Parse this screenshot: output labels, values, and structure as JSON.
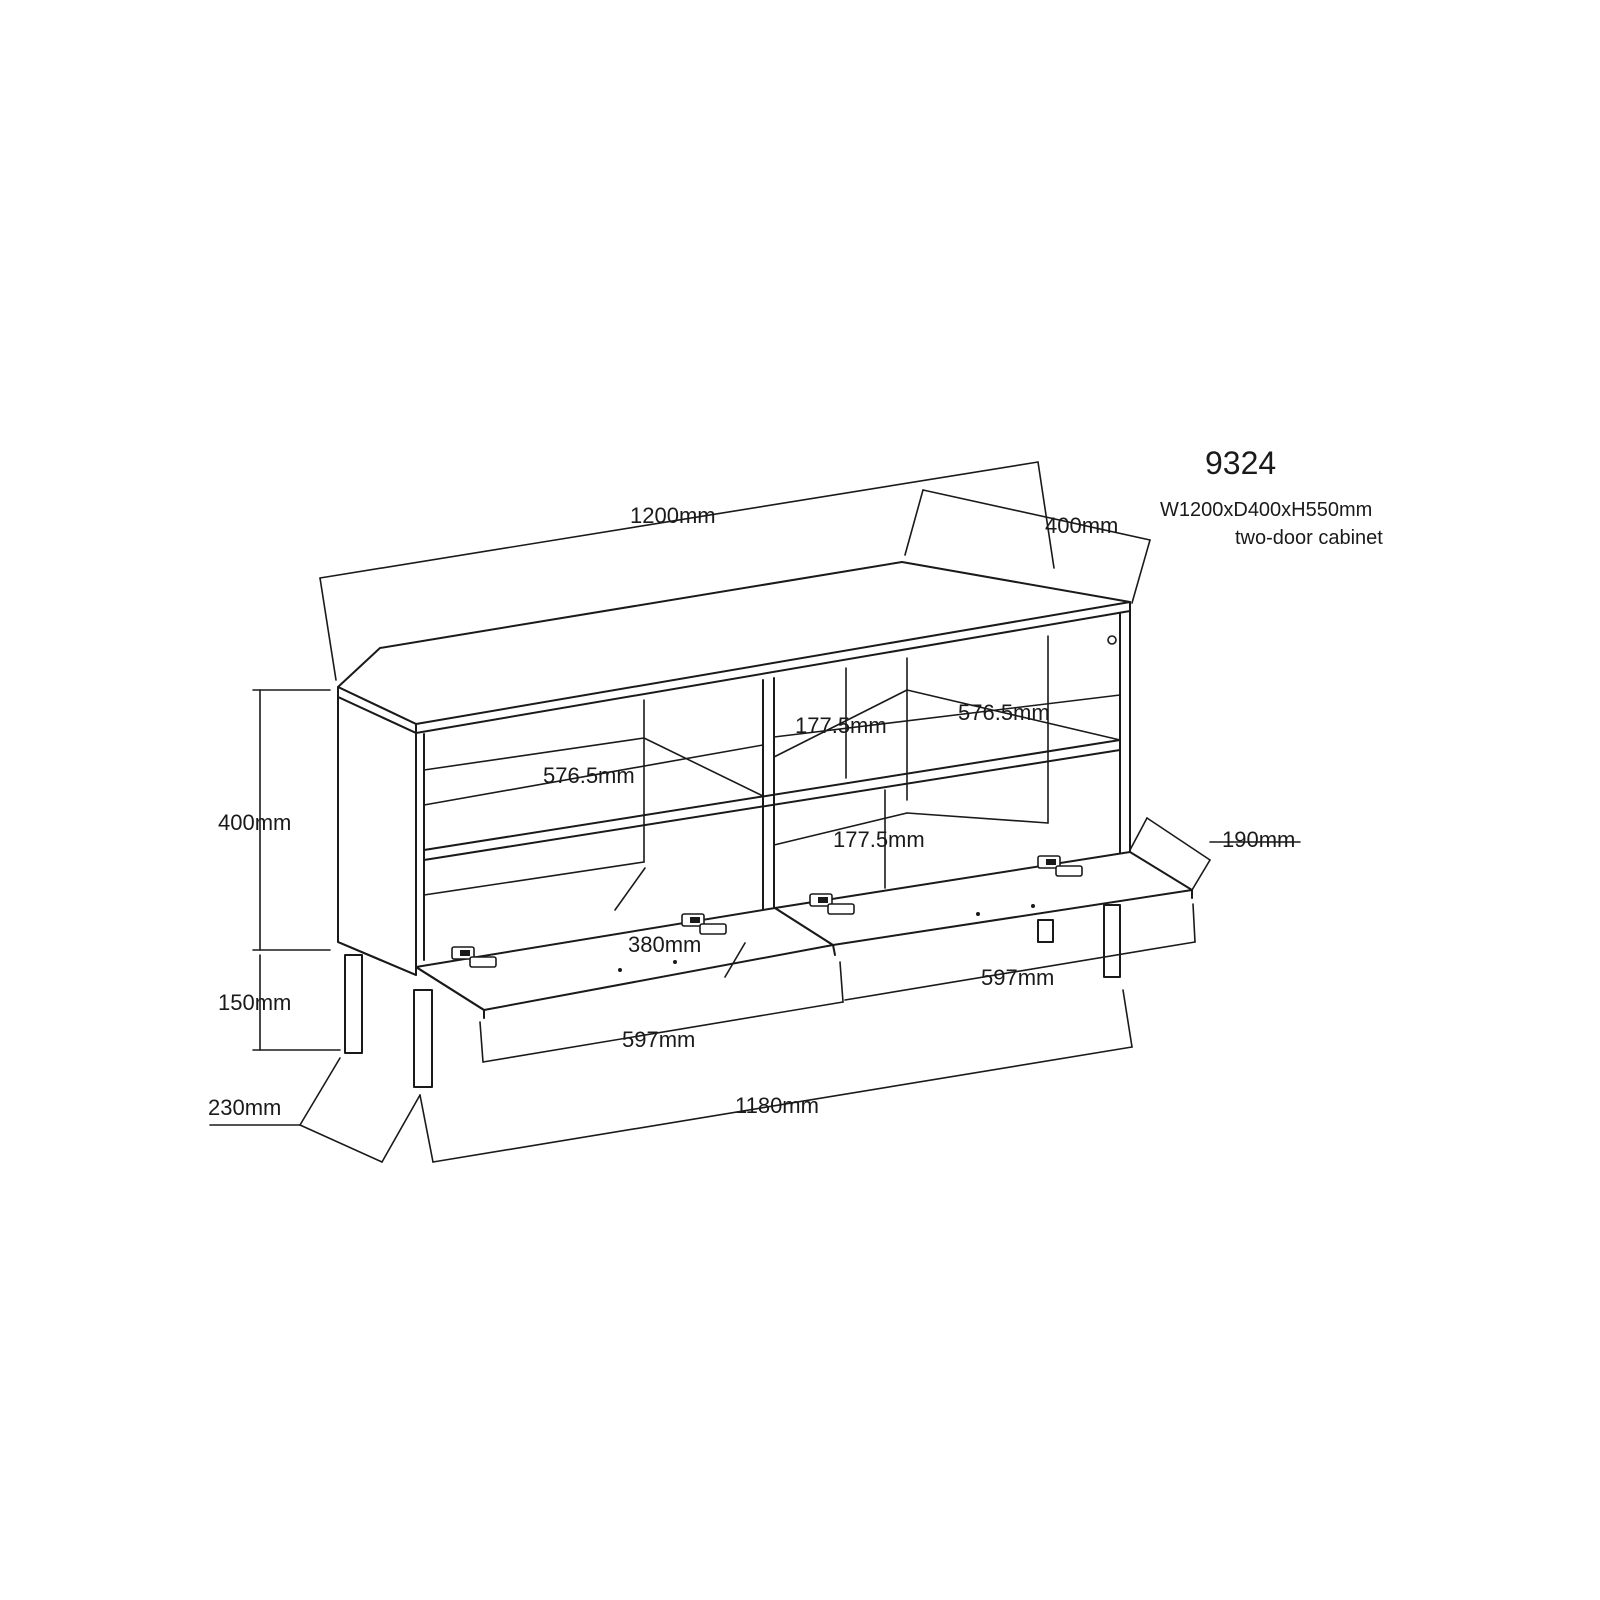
{
  "product": {
    "model": "9324",
    "size_spec": "W1200xD400xH550mm",
    "description": "two-door cabinet"
  },
  "dimensions": {
    "overall_width": "1200mm",
    "overall_depth": "400mm",
    "body_height": "400mm",
    "leg_height": "150mm",
    "leg_depth": "230mm",
    "leg_span": "1180mm",
    "door_left_width": "597mm",
    "door_right_width": "597mm",
    "door_depth": "190mm",
    "door_drop": "380mm",
    "shelf_left_width": "576.5mm",
    "shelf_right_width": "576.5mm",
    "shelf_upper_height": "177.5mm",
    "shelf_lower_height": "177.5mm"
  }
}
